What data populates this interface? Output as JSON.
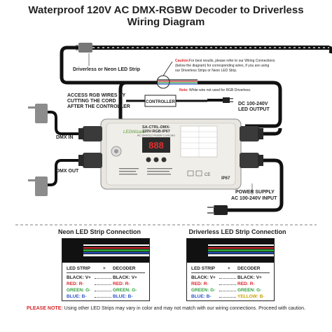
{
  "title": {
    "line1": "Waterproof 120V AC DMX-RGBW Decoder to Driverless",
    "line2": "Wiring Diagram"
  },
  "labels": {
    "strip": "Driverless or Neon LED Strip",
    "caution_prefix": "Caution:",
    "caution_text1": "For best results, please refer to our Wiring Connections",
    "caution_text2": "(below the diagram) for corresponding wires, if you are using",
    "caution_text3": "our Driverless Strips or Neon LED Strip.",
    "note_prefix": "Note:",
    "note_text": "White wire not used for RGB Driverless.",
    "access_line1": "ACCESS RGB WIRES BY",
    "access_line2": "CUTTING THE CORD",
    "access_line3": "AFTER THE CONTROLLER",
    "controller": "CONTROLLER",
    "output_line1": "DC 100-240V",
    "output_line2": "LED OUTPUT",
    "dmx_in": "DMX IN",
    "dmx_out": "DMX OUT",
    "power_line1": "POWER SUPPLY",
    "power_line2": "AC 100-240V INPUT"
  },
  "device": {
    "model_line1": "SA-CTRL-DMX-",
    "model_line2": "120V-RGB-IP67",
    "model_line3": "AC DMX512 RGBW Controller",
    "brand": "LEDWizard",
    "display": "888",
    "ip_rating": "IP67"
  },
  "panels": [
    {
      "title": "Neon LED Strip Connection",
      "col_strip": "LED STRIP",
      "col_plus": "+",
      "col_decoder": "DECODER",
      "rows": [
        {
          "strip": "BLACK: V+",
          "decoder": "BLACK: V+",
          "color": "#222222"
        },
        {
          "strip": "RED: R-",
          "decoder": "RED: R-",
          "color": "#d6262c"
        },
        {
          "strip": "GREEN: G-",
          "decoder": "GREEN: G-",
          "color": "#2e9e3a"
        },
        {
          "strip": "BLUE: B-",
          "decoder": "BLUE: B-",
          "color": "#2a55c9"
        }
      ]
    },
    {
      "title": "Driverless LED Strip Connection",
      "col_strip": "LED STRIP",
      "col_plus": "+",
      "col_decoder": "DECODER",
      "rows": [
        {
          "strip": "BLACK: V+",
          "decoder": "BLACK: V+",
          "color": "#222222"
        },
        {
          "strip": "RED: R-",
          "decoder": "RED: R-",
          "color": "#d6262c"
        },
        {
          "strip": "GREEN: G-",
          "decoder": "GREEN: G-",
          "color": "#2e9e3a"
        },
        {
          "strip": "BLUE: B-",
          "decoder": "YELLOW: B-",
          "color": "#2a55c9",
          "decoder_color": "#c9a100"
        }
      ]
    }
  ],
  "footer": {
    "prefix": "PLEASE NOTE:",
    "text": "Using other LED Strips may vary in color and may not match with our wiring connections. Proceed with caution."
  }
}
